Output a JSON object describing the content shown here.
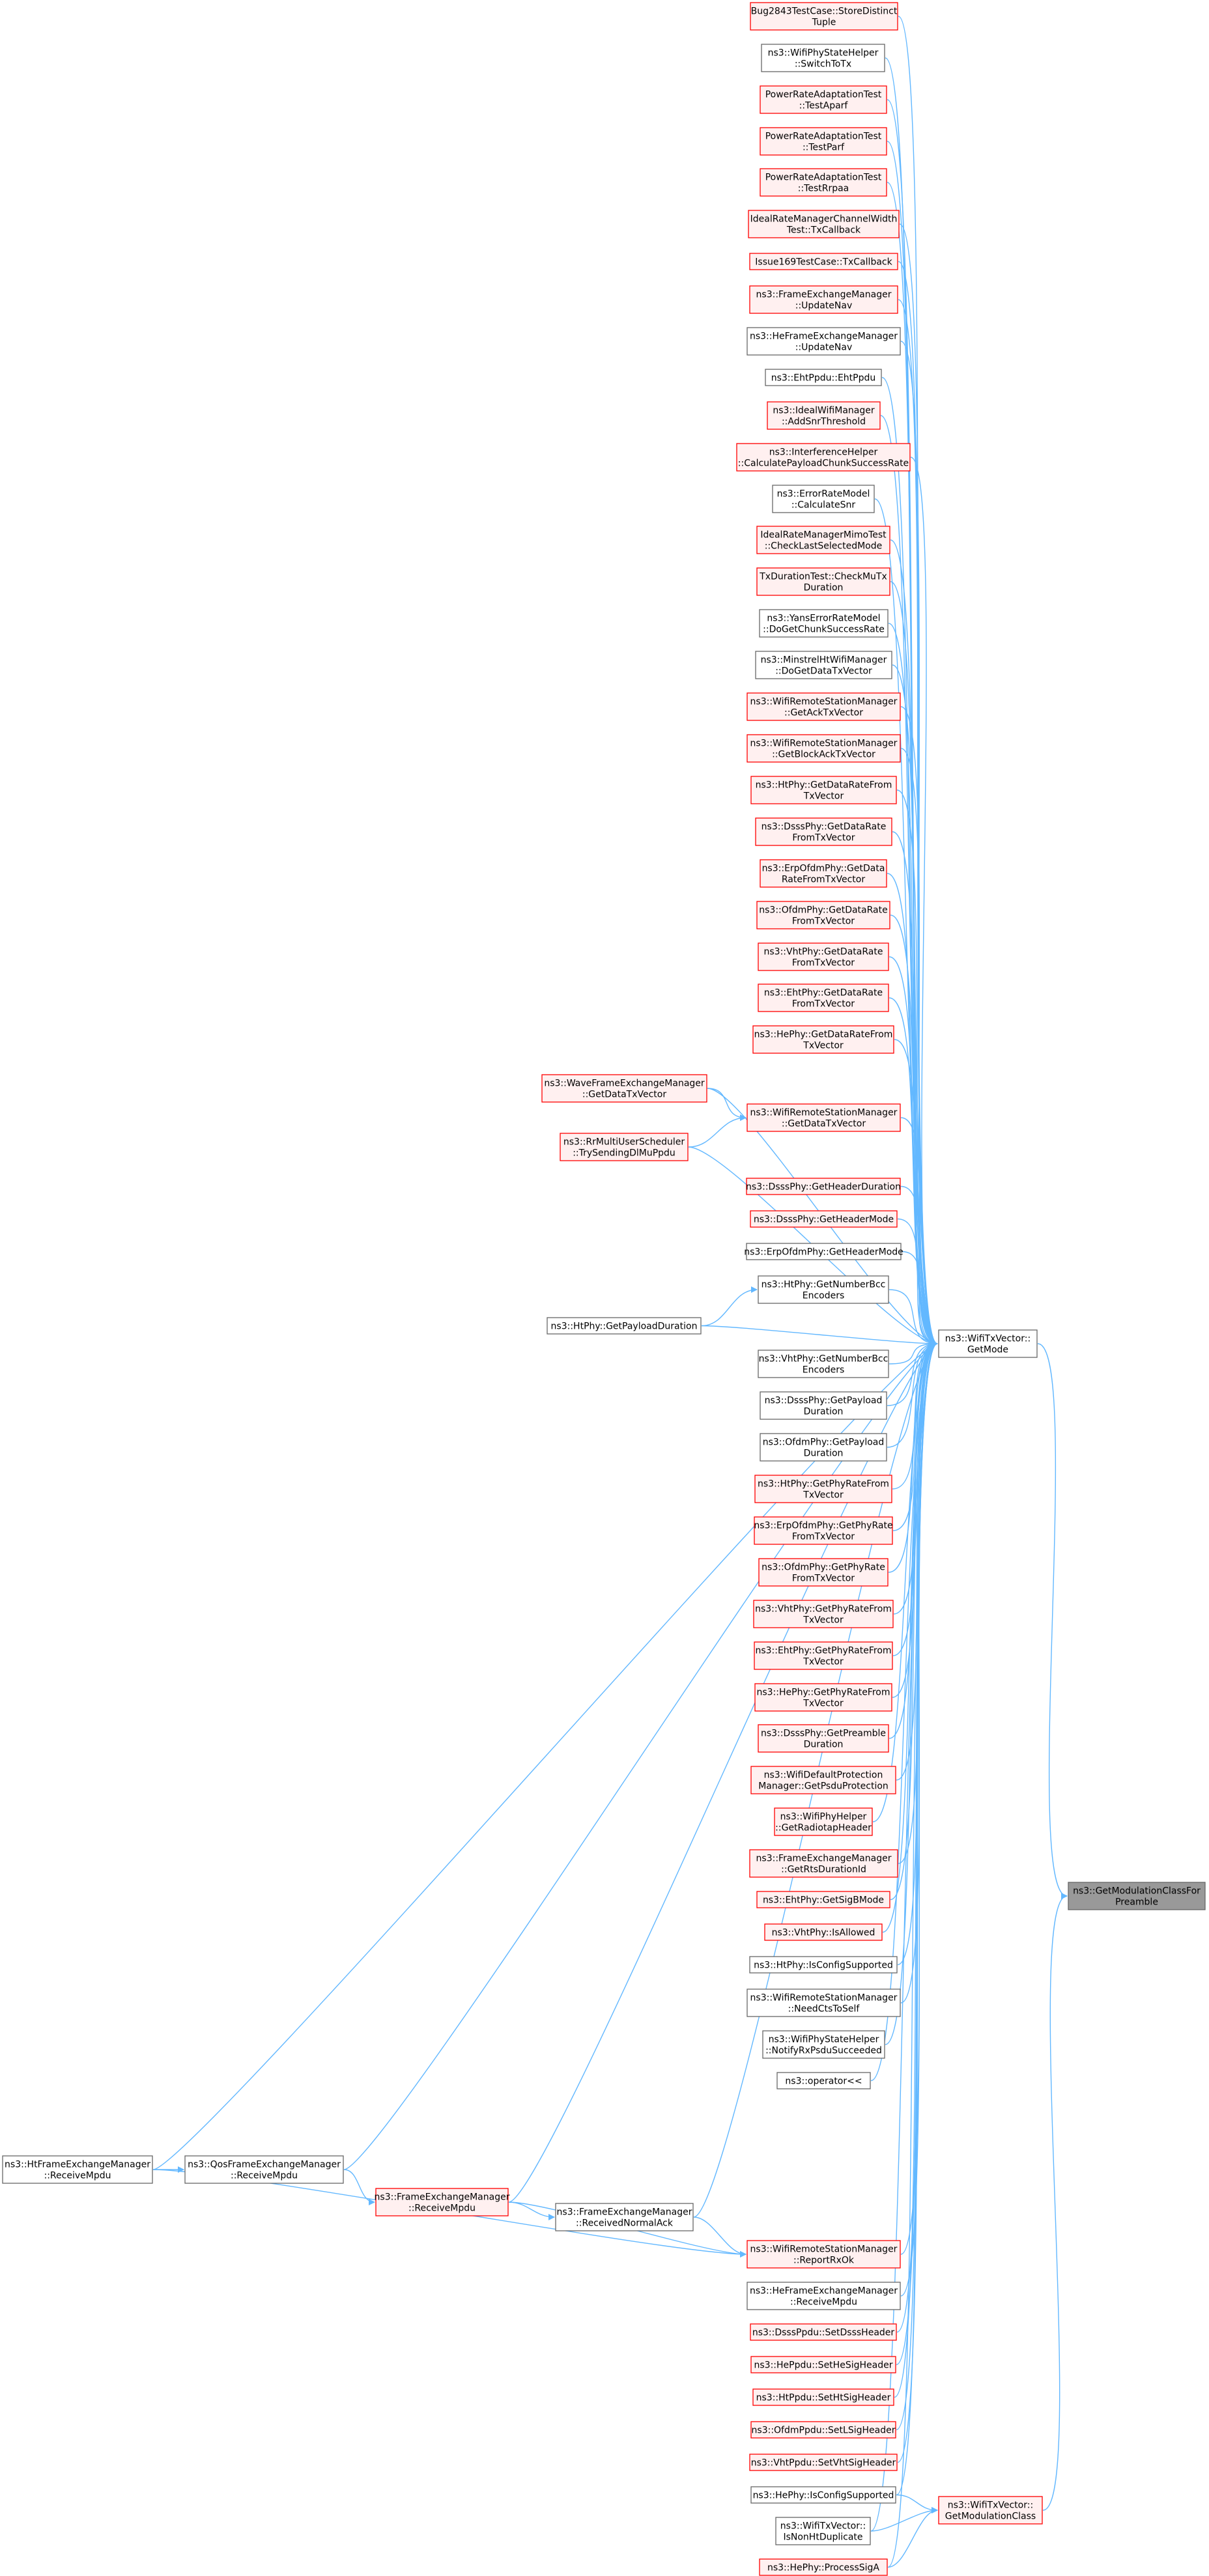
{
  "colors": {
    "edge": "#63b8ff",
    "normal_border": "#666666",
    "normal_fill": "#ffffff",
    "red_border": "#ff0000",
    "red_fill": "#fff0f0",
    "root_border": "#666666",
    "root_fill": "#999999",
    "text": "#000000"
  },
  "nodes": [
    {
      "id": "root",
      "style": "root",
      "lines": [
        "ns3::GetModulationClassFor",
        "Preamble"
      ]
    },
    {
      "id": "getmode",
      "style": "normal",
      "lines": [
        "ns3::WifiTxVector::",
        "GetMode"
      ]
    },
    {
      "id": "getmodclass",
      "style": "red",
      "lines": [
        "ns3::WifiTxVector::",
        "GetModulationClass"
      ]
    },
    {
      "id": "n1",
      "style": "red",
      "lines": [
        "Bug2843TestCase::StoreDistinct",
        "Tuple"
      ]
    },
    {
      "id": "n2",
      "style": "normal",
      "lines": [
        "ns3::WifiPhyStateHelper",
        "::SwitchToTx"
      ]
    },
    {
      "id": "n3",
      "style": "red",
      "lines": [
        "PowerRateAdaptationTest",
        "::TestAparf"
      ]
    },
    {
      "id": "n4",
      "style": "red",
      "lines": [
        "PowerRateAdaptationTest",
        "::TestParf"
      ]
    },
    {
      "id": "n5",
      "style": "red",
      "lines": [
        "PowerRateAdaptationTest",
        "::TestRrpaa"
      ]
    },
    {
      "id": "n6",
      "style": "red",
      "lines": [
        "IdealRateManagerChannelWidth",
        "Test::TxCallback"
      ]
    },
    {
      "id": "n7",
      "style": "red",
      "lines": [
        "Issue169TestCase::TxCallback"
      ]
    },
    {
      "id": "n8",
      "style": "red",
      "lines": [
        "ns3::FrameExchangeManager",
        "::UpdateNav"
      ]
    },
    {
      "id": "n9",
      "style": "normal",
      "lines": [
        "ns3::HeFrameExchangeManager",
        "::UpdateNav"
      ]
    },
    {
      "id": "n10",
      "style": "normal",
      "lines": [
        "ns3::EhtPpdu::EhtPpdu"
      ]
    },
    {
      "id": "n11",
      "style": "red",
      "lines": [
        "ns3::IdealWifiManager",
        "::AddSnrThreshold"
      ]
    },
    {
      "id": "n12",
      "style": "red",
      "lines": [
        "ns3::InterferenceHelper",
        "::CalculatePayloadChunkSuccessRate"
      ]
    },
    {
      "id": "n13",
      "style": "normal",
      "lines": [
        "ns3::ErrorRateModel",
        "::CalculateSnr"
      ]
    },
    {
      "id": "n14",
      "style": "red",
      "lines": [
        "IdealRateManagerMimoTest",
        "::CheckLastSelectedMode"
      ]
    },
    {
      "id": "n15",
      "style": "red",
      "lines": [
        "TxDurationTest::CheckMuTx",
        "Duration"
      ]
    },
    {
      "id": "n16",
      "style": "normal",
      "lines": [
        "ns3::YansErrorRateModel",
        "::DoGetChunkSuccessRate"
      ]
    },
    {
      "id": "n17",
      "style": "normal",
      "lines": [
        "ns3::MinstrelHtWifiManager",
        "::DoGetDataTxVector"
      ]
    },
    {
      "id": "n18",
      "style": "red",
      "lines": [
        "ns3::WifiRemoteStationManager",
        "::GetAckTxVector"
      ]
    },
    {
      "id": "n19",
      "style": "red",
      "lines": [
        "ns3::WifiRemoteStationManager",
        "::GetBlockAckTxVector"
      ]
    },
    {
      "id": "n20",
      "style": "red",
      "lines": [
        "ns3::HtPhy::GetDataRateFrom",
        "TxVector"
      ]
    },
    {
      "id": "n21",
      "style": "red",
      "lines": [
        "ns3::DsssPhy::GetDataRate",
        "FromTxVector"
      ]
    },
    {
      "id": "n22",
      "style": "red",
      "lines": [
        "ns3::ErpOfdmPhy::GetData",
        "RateFromTxVector"
      ]
    },
    {
      "id": "n23",
      "style": "red",
      "lines": [
        "ns3::OfdmPhy::GetDataRate",
        "FromTxVector"
      ]
    },
    {
      "id": "n24",
      "style": "red",
      "lines": [
        "ns3::VhtPhy::GetDataRate",
        "FromTxVector"
      ]
    },
    {
      "id": "n25",
      "style": "red",
      "lines": [
        "ns3::EhtPhy::GetDataRate",
        "FromTxVector"
      ]
    },
    {
      "id": "n26",
      "style": "red",
      "lines": [
        "ns3::HePhy::GetDataRateFrom",
        "TxVector"
      ]
    },
    {
      "id": "n27",
      "style": "red",
      "lines": [
        "ns3::WifiRemoteStationManager",
        "::GetDataTxVector"
      ]
    },
    {
      "id": "n28",
      "style": "red",
      "lines": [
        "ns3::WaveFrameExchangeManager",
        "::GetDataTxVector"
      ]
    },
    {
      "id": "n29",
      "style": "red",
      "lines": [
        "ns3::RrMultiUserScheduler",
        "::TrySendingDlMuPpdu"
      ]
    },
    {
      "id": "n30",
      "style": "red",
      "lines": [
        "ns3::DsssPhy::GetHeaderDuration"
      ]
    },
    {
      "id": "n31",
      "style": "red",
      "lines": [
        "ns3::DsssPhy::GetHeaderMode"
      ]
    },
    {
      "id": "n32",
      "style": "normal",
      "lines": [
        "ns3::ErpOfdmPhy::GetHeaderMode"
      ]
    },
    {
      "id": "n33",
      "style": "normal",
      "lines": [
        "ns3::HtPhy::GetNumberBcc",
        "Encoders"
      ]
    },
    {
      "id": "n34",
      "style": "normal",
      "lines": [
        "ns3::HtPhy::GetPayloadDuration"
      ]
    },
    {
      "id": "n35",
      "style": "normal",
      "lines": [
        "ns3::VhtPhy::GetNumberBcc",
        "Encoders"
      ]
    },
    {
      "id": "n36",
      "style": "normal",
      "lines": [
        "ns3::DsssPhy::GetPayload",
        "Duration"
      ]
    },
    {
      "id": "n37",
      "style": "normal",
      "lines": [
        "ns3::OfdmPhy::GetPayload",
        "Duration"
      ]
    },
    {
      "id": "n38",
      "style": "red",
      "lines": [
        "ns3::HtPhy::GetPhyRateFrom",
        "TxVector"
      ]
    },
    {
      "id": "n39",
      "style": "red",
      "lines": [
        "ns3::ErpOfdmPhy::GetPhyRate",
        "FromTxVector"
      ]
    },
    {
      "id": "n40",
      "style": "red",
      "lines": [
        "ns3::OfdmPhy::GetPhyRate",
        "FromTxVector"
      ]
    },
    {
      "id": "n41",
      "style": "red",
      "lines": [
        "ns3::VhtPhy::GetPhyRateFrom",
        "TxVector"
      ]
    },
    {
      "id": "n42",
      "style": "red",
      "lines": [
        "ns3::EhtPhy::GetPhyRateFrom",
        "TxVector"
      ]
    },
    {
      "id": "n43",
      "style": "red",
      "lines": [
        "ns3::HePhy::GetPhyRateFrom",
        "TxVector"
      ]
    },
    {
      "id": "n44",
      "style": "red",
      "lines": [
        "ns3::DsssPhy::GetPreamble",
        "Duration"
      ]
    },
    {
      "id": "n45",
      "style": "red",
      "lines": [
        "ns3::WifiDefaultProtection",
        "Manager::GetPsduProtection"
      ]
    },
    {
      "id": "n46",
      "style": "red",
      "lines": [
        "ns3::WifiPhyHelper",
        "::GetRadiotapHeader"
      ]
    },
    {
      "id": "n47",
      "style": "red",
      "lines": [
        "ns3::FrameExchangeManager",
        "::GetRtsDurationId"
      ]
    },
    {
      "id": "n48",
      "style": "red",
      "lines": [
        "ns3::EhtPhy::GetSigBMode"
      ]
    },
    {
      "id": "n49",
      "style": "red",
      "lines": [
        "ns3::VhtPhy::IsAllowed"
      ]
    },
    {
      "id": "n50",
      "style": "normal",
      "lines": [
        "ns3::HtPhy::IsConfigSupported"
      ]
    },
    {
      "id": "n51",
      "style": "normal",
      "lines": [
        "ns3::WifiRemoteStationManager",
        "::NeedCtsToSelf"
      ]
    },
    {
      "id": "n52",
      "style": "normal",
      "lines": [
        "ns3::WifiPhyStateHelper",
        "::NotifyRxPsduSucceeded"
      ]
    },
    {
      "id": "n53",
      "style": "normal",
      "lines": [
        "ns3::operator<<"
      ]
    },
    {
      "id": "n54",
      "style": "normal",
      "lines": [
        "ns3::HtFrameExchangeManager",
        "::ReceiveMpdu"
      ]
    },
    {
      "id": "n55",
      "style": "normal",
      "lines": [
        "ns3::QosFrameExchangeManager",
        "::ReceiveMpdu"
      ]
    },
    {
      "id": "n56",
      "style": "red",
      "lines": [
        "ns3::FrameExchangeManager",
        "::ReceiveMpdu"
      ]
    },
    {
      "id": "n57",
      "style": "normal",
      "lines": [
        "ns3::FrameExchangeManager",
        "::ReceivedNormalAck"
      ]
    },
    {
      "id": "n58",
      "style": "red",
      "lines": [
        "ns3::WifiRemoteStationManager",
        "::ReportRxOk"
      ]
    },
    {
      "id": "n59",
      "style": "normal",
      "lines": [
        "ns3::HeFrameExchangeManager",
        "::ReceiveMpdu"
      ]
    },
    {
      "id": "n60",
      "style": "red",
      "lines": [
        "ns3::DsssPpdu::SetDsssHeader"
      ]
    },
    {
      "id": "n61",
      "style": "red",
      "lines": [
        "ns3::HePpdu::SetHeSigHeader"
      ]
    },
    {
      "id": "n62",
      "style": "red",
      "lines": [
        "ns3::HtPpdu::SetHtSigHeader"
      ]
    },
    {
      "id": "n63",
      "style": "red",
      "lines": [
        "ns3::OfdmPpdu::SetLSigHeader"
      ]
    },
    {
      "id": "n64",
      "style": "red",
      "lines": [
        "ns3::VhtPpdu::SetVhtSigHeader"
      ]
    },
    {
      "id": "n65",
      "style": "normal",
      "lines": [
        "ns3::HePhy::IsConfigSupported"
      ]
    },
    {
      "id": "n66",
      "style": "normal",
      "lines": [
        "ns3::WifiTxVector::",
        "IsNonHtDuplicate"
      ]
    },
    {
      "id": "n67",
      "style": "red",
      "lines": [
        "ns3::HePhy::ProcessSigA"
      ]
    }
  ]
}
